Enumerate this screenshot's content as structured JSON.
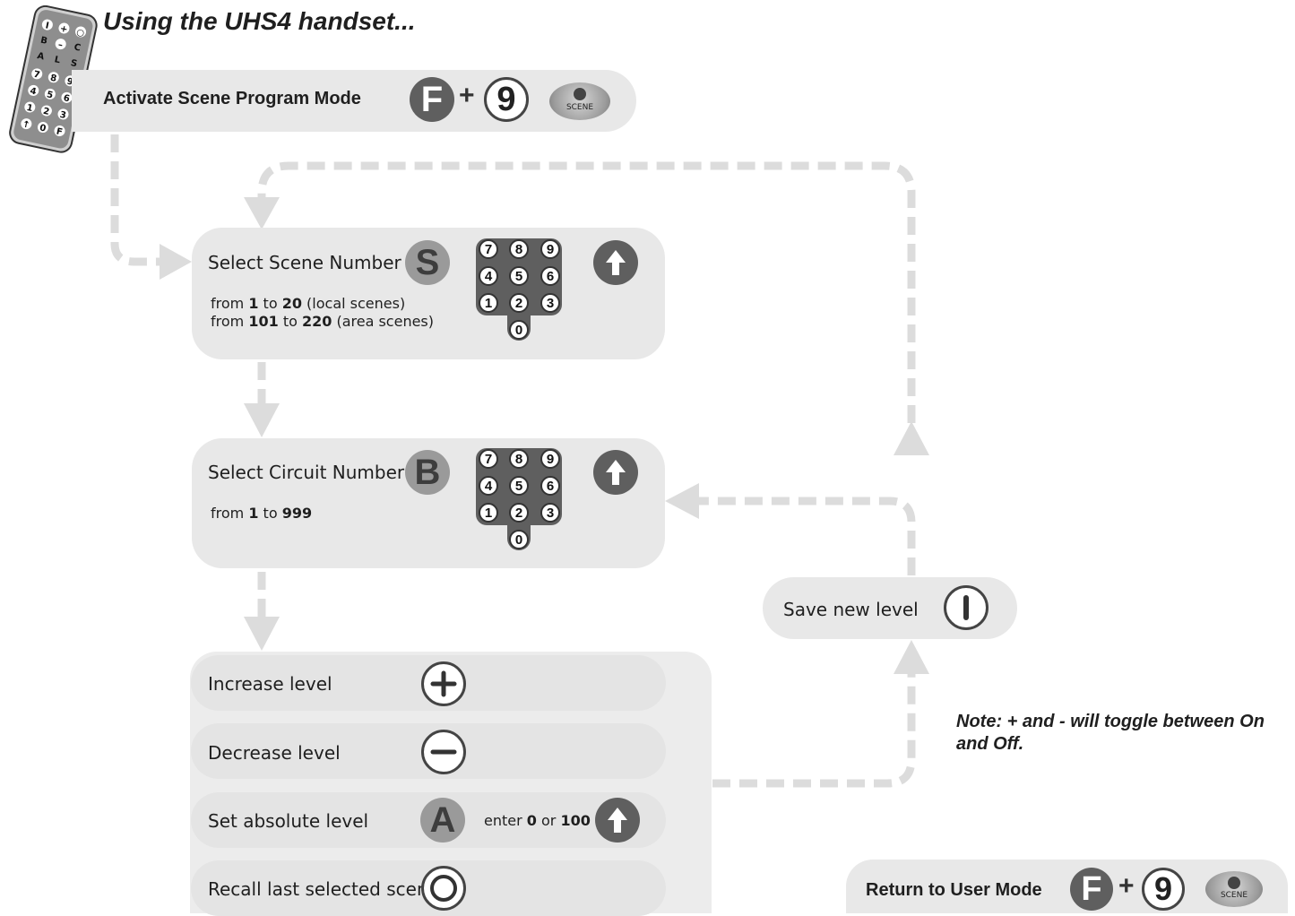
{
  "title": "Using the UHS4 handset...",
  "handset": {
    "keys": [
      "I",
      "+",
      "○",
      "B",
      "–",
      "C",
      "A",
      "L",
      "S",
      "7",
      "8",
      "9",
      "4",
      "5",
      "6",
      "1",
      "2",
      "3",
      "↑",
      "0",
      "F"
    ]
  },
  "activate": {
    "label": "Activate Scene Program Mode",
    "key1": "F",
    "plus": "+",
    "key2": "9",
    "scene_label": "SCENE"
  },
  "scene_number": {
    "label": "Select Scene Number",
    "key": "S",
    "line1": {
      "pre": "from ",
      "a": "1",
      "mid": " to ",
      "b": "20",
      "post": " (local scenes)"
    },
    "line2": {
      "pre": "from ",
      "a": "101",
      "mid": " to ",
      "b": "220",
      "post": " (area scenes)"
    },
    "keypad": [
      "7",
      "8",
      "9",
      "4",
      "5",
      "6",
      "1",
      "2",
      "3",
      "0"
    ]
  },
  "circuit_number": {
    "label": "Select Circuit Number",
    "key": "B",
    "line1": {
      "pre": "from ",
      "a": "1",
      "mid": " to ",
      "b": "999"
    },
    "keypad": [
      "7",
      "8",
      "9",
      "4",
      "5",
      "6",
      "1",
      "2",
      "3",
      "0"
    ]
  },
  "levels": {
    "increase": {
      "label": "Increase level"
    },
    "decrease": {
      "label": "Decrease level"
    },
    "absolute": {
      "label": "Set absolute level",
      "key": "A",
      "hint_pre": "enter ",
      "hint_a": "0",
      "hint_mid": " or ",
      "hint_b": "100"
    },
    "recall": {
      "label": "Recall last selected scene"
    }
  },
  "save": {
    "label": "Save new level"
  },
  "note": "Note: + and -  will toggle between On and Off.",
  "return": {
    "label": "Return to User Mode",
    "key1": "F",
    "plus": "+",
    "key2": "9",
    "scene_label": "SCENE"
  },
  "colors": {
    "panel": "#e8e8e8",
    "dark_key": "#5f5f5f",
    "flow_line": "#dcdcdc"
  },
  "icons": [
    "up-arrow-icon",
    "plus-icon",
    "minus-icon",
    "on-bar-icon",
    "ring-icon",
    "scene-button-icon",
    "handset-icon"
  ]
}
